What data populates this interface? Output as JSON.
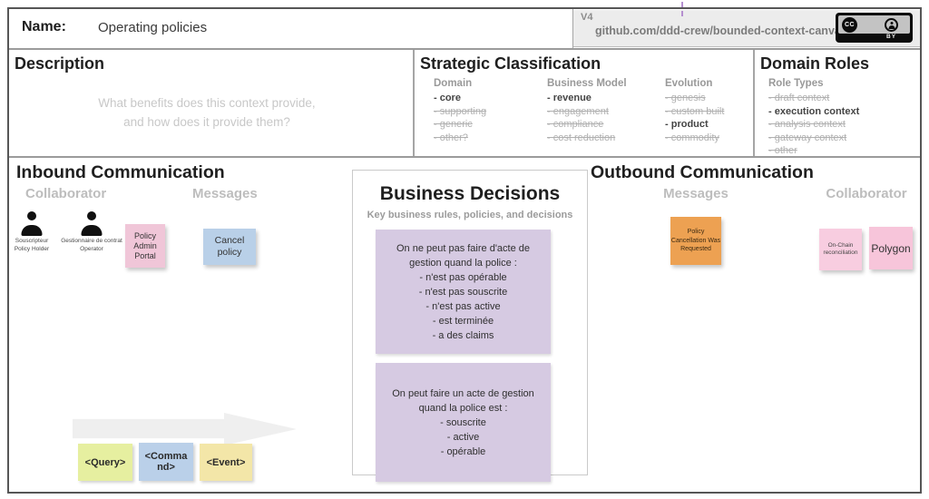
{
  "header": {
    "name_label": "Name:",
    "name_value": "Operating policies",
    "version": "V4",
    "repo_link": "github.com/ddd-crew/bounded-context-canvas",
    "cc_initials": "CC",
    "license_text": "BY"
  },
  "description": {
    "title": "Description",
    "placeholder": "What benefits does this context provide,\nand how does it provide them?"
  },
  "strategic_classification": {
    "title": "Strategic Classification",
    "columns": [
      {
        "header": "Domain",
        "items": [
          {
            "label": "- core",
            "selected": true
          },
          {
            "label": "- supporting",
            "selected": false
          },
          {
            "label": "- generic",
            "selected": false
          },
          {
            "label": "- other?",
            "selected": false
          }
        ]
      },
      {
        "header": "Business Model",
        "items": [
          {
            "label": "- revenue",
            "selected": true
          },
          {
            "label": "- engagement",
            "selected": false
          },
          {
            "label": "- compliance",
            "selected": false
          },
          {
            "label": "- cost reduction",
            "selected": false
          }
        ]
      },
      {
        "header": "Evolution",
        "items": [
          {
            "label": "- genesis",
            "selected": false
          },
          {
            "label": "- custom built",
            "selected": false
          },
          {
            "label": "- product",
            "selected": true
          },
          {
            "label": "- commodity",
            "selected": false
          }
        ]
      }
    ]
  },
  "domain_roles": {
    "title": "Domain Roles",
    "subtitle": "Role Types",
    "items": [
      {
        "label": "- draft context",
        "selected": false
      },
      {
        "label": "- execution context",
        "selected": true
      },
      {
        "label": "- analysis context",
        "selected": false
      },
      {
        "label": "- gateway context",
        "selected": false
      },
      {
        "label": "- other",
        "selected": false
      }
    ]
  },
  "inbound": {
    "title": "Inbound Communication",
    "collaborator_header": "Collaborator",
    "messages_header": "Messages",
    "collaborators": [
      {
        "name": "Souscripteur\nPolicy Holder"
      },
      {
        "name": "Gestionnaire de contrat\nOperator"
      }
    ],
    "portal_sticky": "Policy Admin Portal",
    "message_sticky": "Cancel policy"
  },
  "business_decisions": {
    "title": "Business Decisions",
    "subtitle": "Key business rules, policies, and decisions",
    "notes": [
      "On ne peut pas faire d'acte de gestion quand la police :\n- n'est pas opérable\n- n'est pas souscrite\n- n'est pas active\n- est terminée\n- a des claims",
      "On peut faire un acte de gestion quand la police est :\n- souscrite\n- active\n- opérable"
    ]
  },
  "outbound": {
    "title": "Outbound Communication",
    "messages_header": "Messages",
    "collaborator_header": "Collaborator",
    "message_sticky": "Policy Cancellation Was Requested",
    "collaborators": [
      "On-Chain reconciliation",
      "Polygon"
    ]
  },
  "legend": {
    "query": "<Query>",
    "command": "<Command>",
    "event": "<Event>"
  },
  "colors": {
    "sticky_pink": "#f0c6d8",
    "sticky_blue": "#b9d0e8",
    "sticky_purple": "#d6cae2",
    "sticky_orange": "#eda152",
    "sticky_pink_light": "#f8cde0",
    "sticky_pink_bright": "#f7c5da",
    "legend_query": "#e6efa0",
    "legend_command": "#bad0e9",
    "legend_event": "#f3e6a8",
    "version_box_bg": "#ececec",
    "border_gray": "#9b9b9b"
  }
}
